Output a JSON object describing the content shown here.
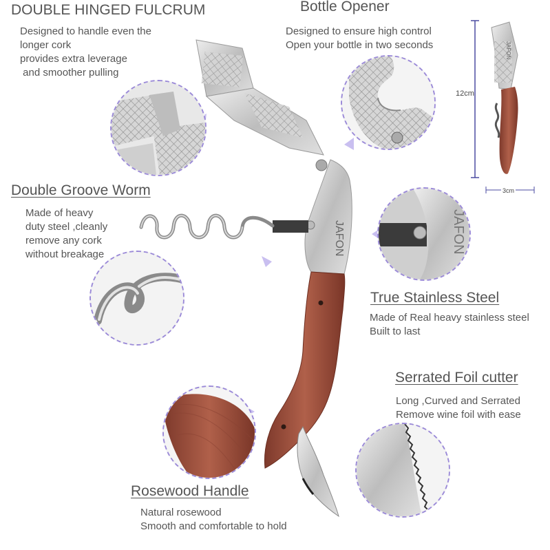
{
  "features": {
    "fulcrum": {
      "title": "DOUBLE HINGED FULCRUM",
      "lines": [
        "Designed to handle even the",
        "longer cork",
        "provides extra leverage",
        " and smoother pulling"
      ],
      "icon": "hinge-closeup-icon"
    },
    "opener": {
      "title": "Bottle Opener",
      "lines": [
        "Designed to ensure high control",
        "Open your bottle in two seconds"
      ],
      "icon": "bottle-opener-closeup-icon"
    },
    "worm": {
      "title": "Double Groove Worm",
      "lines": [
        "Made of heavy",
        "duty steel ,cleanly",
        "remove any cork",
        "without breakage"
      ],
      "icon": "worm-closeup-icon"
    },
    "steel": {
      "title": "True Stainless Steel",
      "lines": [
        "Made of Real heavy stainless steel",
        "Built to last"
      ],
      "icon": "steel-closeup-icon"
    },
    "cutter": {
      "title": "Serrated Foil cutter",
      "lines": [
        "Long ,Curved and Serrated",
        "Remove wine foil with ease"
      ],
      "icon": "serrated-blade-closeup-icon"
    },
    "handle": {
      "title": "Rosewood Handle",
      "lines": [
        "Natural rosewood",
        "Smooth and comfortable to hold"
      ],
      "icon": "rosewood-closeup-icon"
    }
  },
  "product": {
    "brand": "JAFON",
    "height_label": "12cm",
    "width_label": "3cm"
  },
  "colors": {
    "accent": "#9b8ad8",
    "wood": "#9a4a3a",
    "steel": "#c9c9c9",
    "text": "#555555"
  }
}
